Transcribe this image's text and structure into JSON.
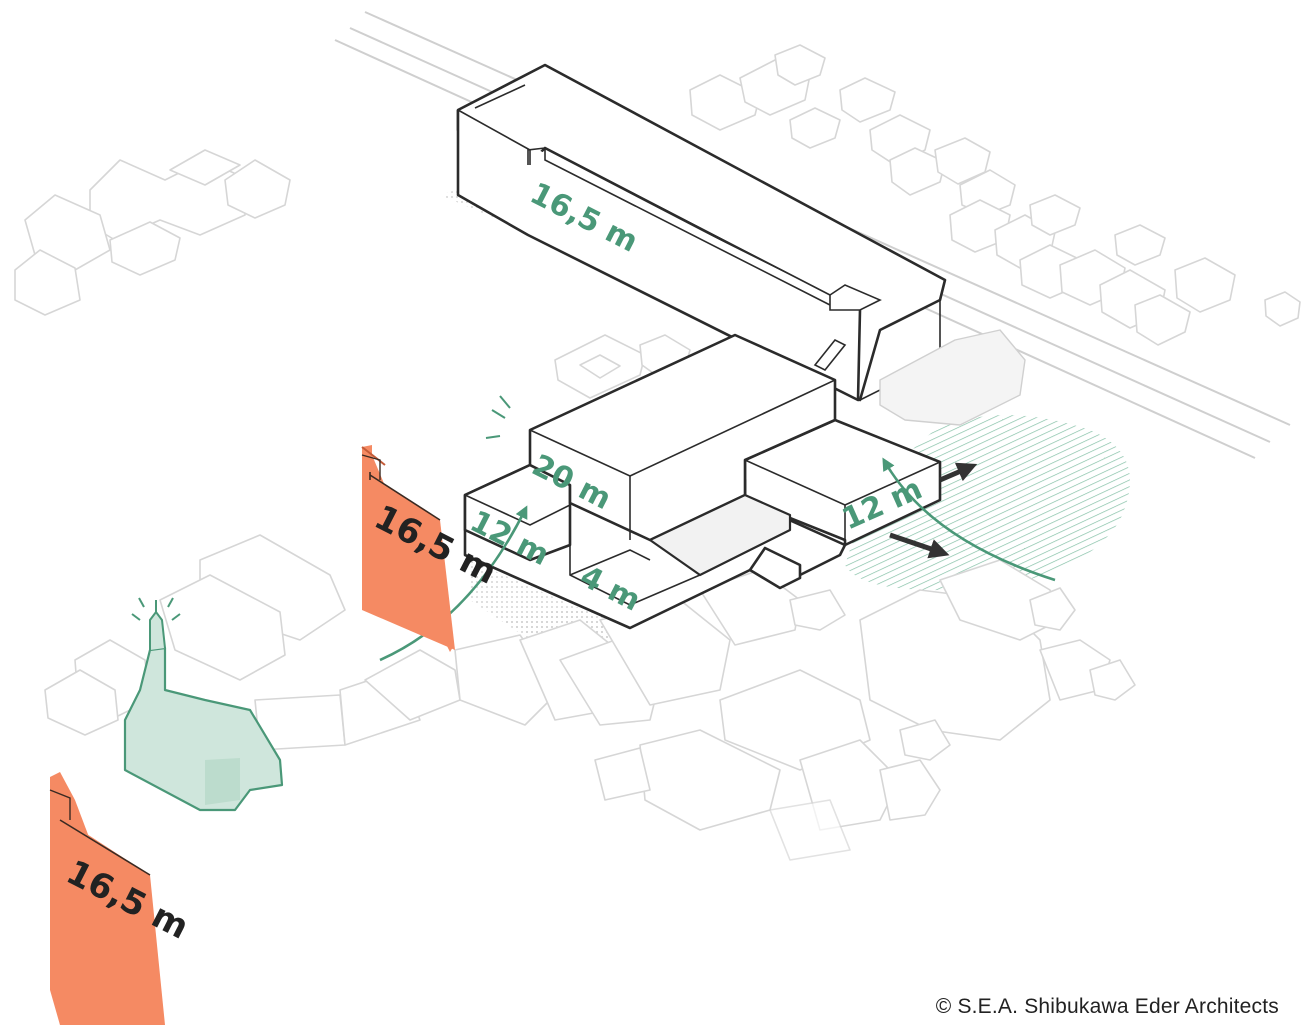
{
  "labels": {
    "main_block_height": "16,5 m",
    "tower_height": "20 m",
    "west_wing_height": "12 m",
    "east_wing_height": "12 m",
    "courtyard_height": "4 m",
    "sign_upper_height": "16,5 m",
    "sign_lower_height": "16,5 m"
  },
  "credit": "© S.E.A. Shibukawa Eder Architects",
  "colors": {
    "accent_green": "#4a9878",
    "sign_orange": "#f58a63",
    "line_dark": "#2b2b2b",
    "context_grey": "#d6d6d6"
  }
}
